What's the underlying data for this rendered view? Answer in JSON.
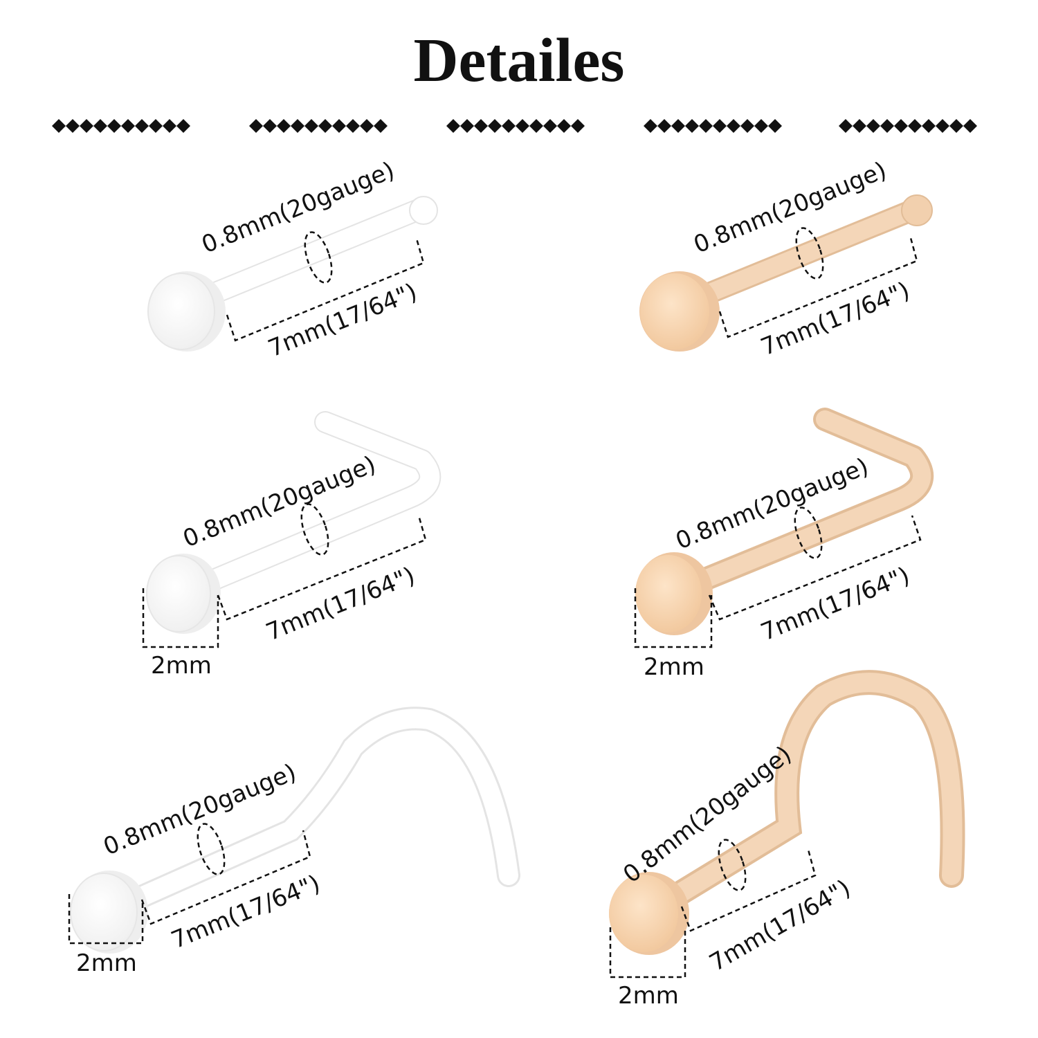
{
  "title": "Detailes",
  "colors": {
    "clear": "#ffffff",
    "clear_edge": "#e6e6e6",
    "nude": "#f4d9bf",
    "nude_edge": "#e4bf9c",
    "ink": "#111111"
  },
  "rows": [
    {
      "style": "straight",
      "clear": {
        "gauge": "0.8mm(20gauge)",
        "length": "7mm(17/64\")"
      },
      "nude": {
        "gauge": "0.8mm(20gauge)",
        "length": "7mm(17/64\")"
      }
    },
    {
      "style": "l-bend",
      "clear": {
        "gauge": "0.8mm(20gauge)",
        "length": "7mm(17/64\")",
        "head": "2mm"
      },
      "nude": {
        "gauge": "0.8mm(20gauge)",
        "length": "7mm(17/64\")",
        "head": "2mm"
      }
    },
    {
      "style": "screw",
      "clear": {
        "gauge": "0.8mm(20gauge)",
        "length": "7mm(17/64\")",
        "head": "2mm"
      },
      "nude": {
        "gauge": "0.8mm(20gauge)",
        "length": "7mm(17/64\")",
        "head": "2mm"
      }
    }
  ]
}
